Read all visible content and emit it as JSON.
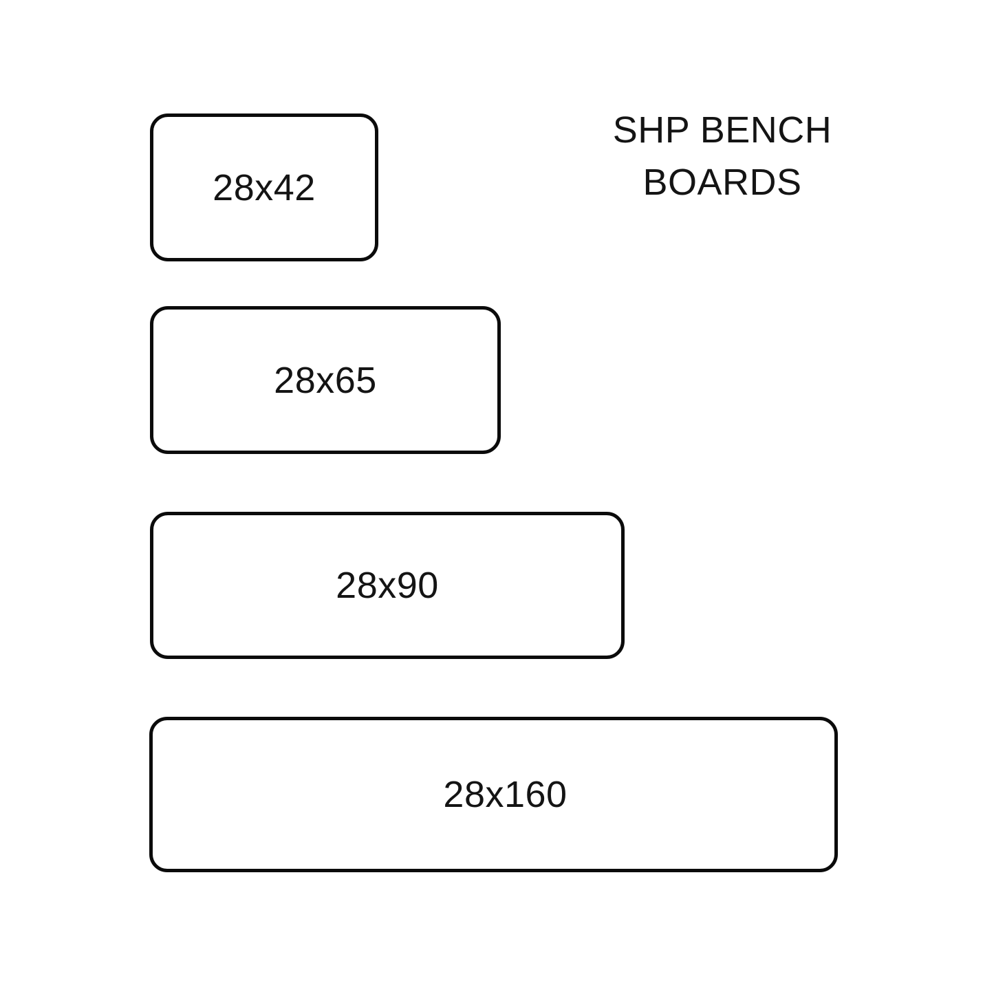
{
  "title": {
    "line1": "SHP BENCH",
    "line2": "BOARDS"
  },
  "boards": [
    {
      "label": "28x42"
    },
    {
      "label": "28x65"
    },
    {
      "label": "28x90"
    },
    {
      "label": "28x160"
    }
  ],
  "colors": {
    "background": "#ffffff",
    "outline": "#0b0b0b",
    "text": "#141414"
  }
}
